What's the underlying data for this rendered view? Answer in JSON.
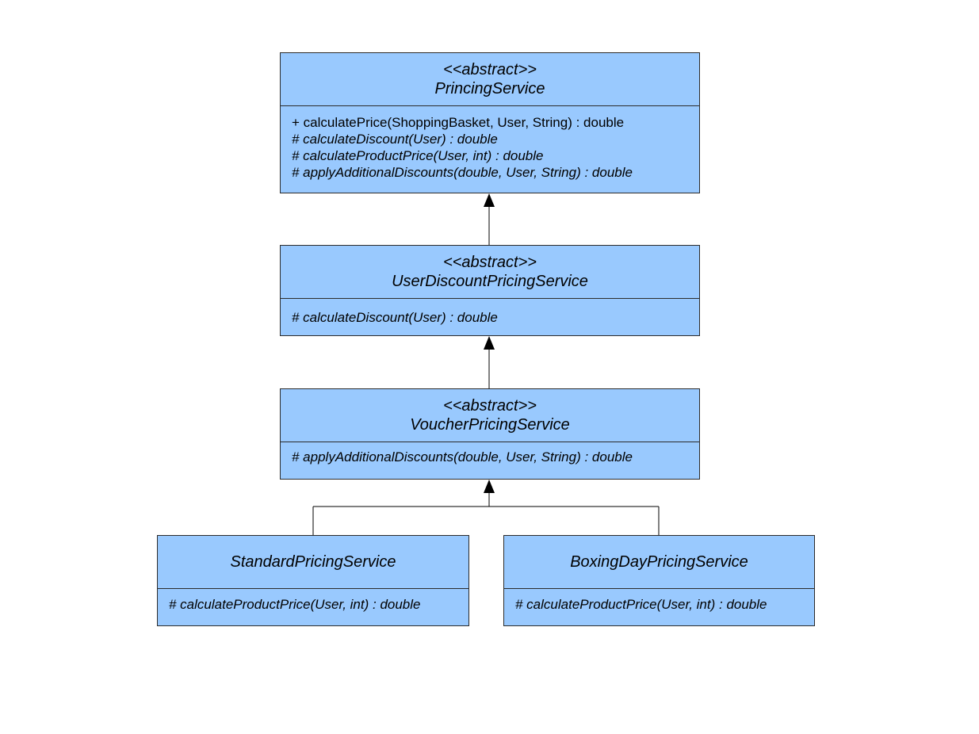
{
  "colors": {
    "class_fill": "#99c9fe",
    "border": "#2b2b2b",
    "line": "#000000",
    "background": "#ffffff"
  },
  "classes": {
    "pricing": {
      "stereotype": "<<abstract>>",
      "name": "PrincingService",
      "operations": [
        {
          "text": "+ calculatePrice(ShoppingBasket, User, String) : double",
          "abstract": false
        },
        {
          "text": "# calculateDiscount(User) : double",
          "abstract": true
        },
        {
          "text": "# calculateProductPrice(User, int) : double",
          "abstract": true
        },
        {
          "text": "# applyAdditionalDiscounts(double, User, String) : double",
          "abstract": true
        }
      ]
    },
    "user": {
      "stereotype": "<<abstract>>",
      "name": "UserDiscountPricingService",
      "operations": [
        {
          "text": "# calculateDiscount(User) : double",
          "abstract": true
        }
      ]
    },
    "voucher": {
      "stereotype": "<<abstract>>",
      "name": "VoucherPricingService",
      "operations": [
        {
          "text": "# applyAdditionalDiscounts(double, User, String) : double",
          "abstract": true
        }
      ]
    },
    "standard": {
      "name": "StandardPricingService",
      "operations": [
        {
          "text": "# calculateProductPrice(User, int) : double",
          "abstract": true
        }
      ]
    },
    "boxing": {
      "name": "BoxingDayPricingService",
      "operations": [
        {
          "text": "# calculateProductPrice(User, int) : double",
          "abstract": true
        }
      ]
    }
  },
  "relations": [
    {
      "type": "generalization",
      "from": "user",
      "to": "pricing"
    },
    {
      "type": "generalization",
      "from": "voucher",
      "to": "user"
    },
    {
      "type": "generalization",
      "from": "standard",
      "to": "voucher"
    },
    {
      "type": "generalization",
      "from": "boxing",
      "to": "voucher"
    }
  ]
}
